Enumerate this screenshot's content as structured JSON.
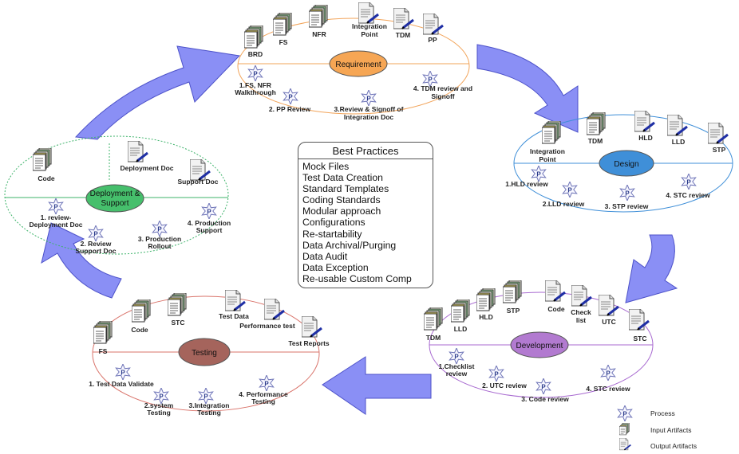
{
  "colors": {
    "arrow_fill": "#8a8ff5",
    "arrow_stroke": "#4d52c9",
    "requirement": "#f6a654",
    "design": "#3f8fd8",
    "development": "#b27ad0",
    "testing": "#a5645c",
    "deployment": "#46bf6c"
  },
  "best_practices": {
    "title": "Best Practices",
    "items": [
      "Mock Files",
      "Test Data Creation",
      "Standard Templates",
      "Coding Standards",
      "Modular approach",
      "Configurations",
      "Re-startability",
      "Data Archival/Purging",
      "Data Audit",
      "Data Exception",
      "Re-usable Custom Comp"
    ]
  },
  "phases": {
    "requirement": {
      "name": "Requirement",
      "inputs": [
        "BRD",
        "FS",
        "NFR"
      ],
      "outputs": [
        "Integration Point",
        "TDM",
        "PP"
      ],
      "processes": [
        "1.FS, NFR Walkthrough",
        "2. PP Review",
        "3.Review & Signoff of Integration Doc",
        "4. TDM review and Signoff"
      ]
    },
    "design": {
      "name": "Design",
      "inputs": [
        "Integration Point",
        "TDM"
      ],
      "outputs": [
        "HLD",
        "LLD",
        "STP"
      ],
      "processes": [
        "1.HLD review",
        "2.LLD review",
        "3. STP review",
        "4. STC review"
      ]
    },
    "development": {
      "name": "Development",
      "inputs": [
        "TDM",
        "LLD",
        "HLD",
        "STP"
      ],
      "outputs": [
        "Code",
        "Check list",
        "UTC",
        "STC"
      ],
      "processes": [
        "1.Checklist review",
        "2. UTC review",
        "3. Code review",
        "4. STC review"
      ]
    },
    "testing": {
      "name": "Testing",
      "inputs": [
        "FS",
        "Code",
        "STC"
      ],
      "outputs": [
        "Test Data",
        "Performance test",
        "Test Reports"
      ],
      "processes": [
        "1. Test Data Validate",
        "2.system Testing",
        "3.Integration Testing",
        "4. Performance Testing"
      ]
    },
    "deployment": {
      "name": "Deployment & Support",
      "inputs": [
        "Code"
      ],
      "outputs": [
        "Deployment Doc",
        "Support Doc"
      ],
      "processes": [
        "1. review-Deployment Doc",
        "2. Review Support Doc",
        "3. Production Rollout",
        "4. Production Support"
      ]
    }
  },
  "legend": {
    "process": "Process",
    "input": "Input Artifacts",
    "output": "Output Artifacts"
  }
}
